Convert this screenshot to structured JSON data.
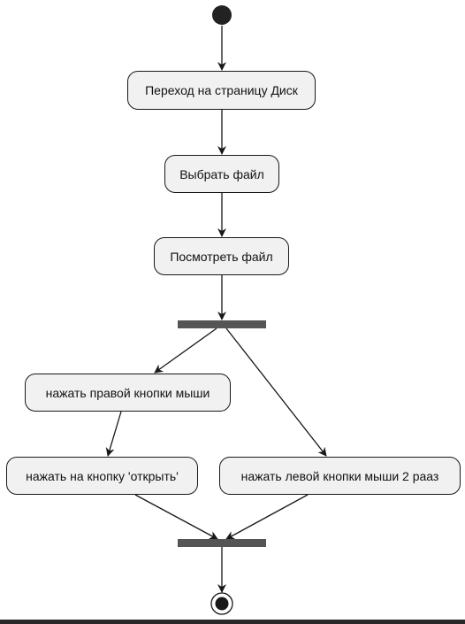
{
  "diagram": {
    "nodes": {
      "go_to_disk": "Переход на страницу Диск",
      "select_file": "Выбрать файл",
      "view_file": "Посмотреть файл",
      "right_click": "нажать правой кнопки мыши",
      "click_open": "нажать на кнопку 'открыть'",
      "double_left_click": "нажать левой кнопки мыши 2 рааз"
    },
    "colors": {
      "node_fill": "#f1f1f1",
      "node_border": "#181818",
      "arrow": "#181818",
      "bar": "#555555",
      "start": "#222222"
    }
  }
}
